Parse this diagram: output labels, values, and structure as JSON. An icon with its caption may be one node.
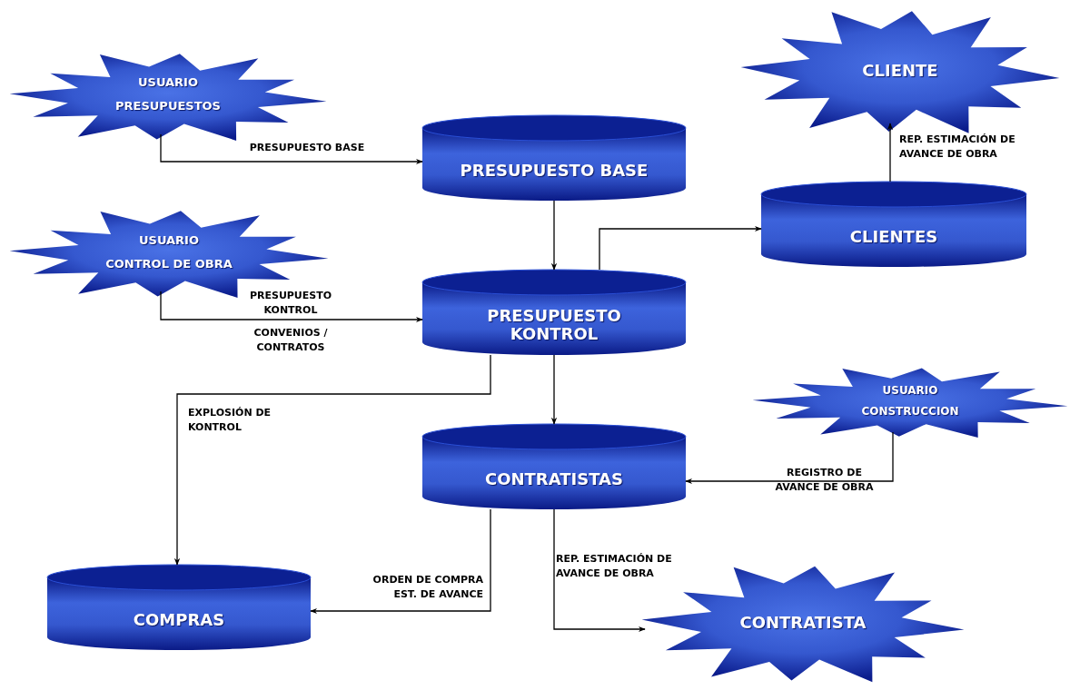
{
  "diagram": {
    "nodes": [
      {
        "text": [
          "USUARIO",
          "PRESUPUESTOS"
        ]
      },
      {
        "text": [
          "CLIENTE"
        ]
      },
      {
        "text": [
          "PRESUPUESTO BASE"
        ]
      },
      {
        "text": [
          "CLIENTES"
        ]
      },
      {
        "text": [
          "USUARIO",
          "CONTROL DE OBRA"
        ]
      },
      {
        "text": [
          "PRESUPUESTO KONTROL"
        ]
      },
      {
        "text": [
          "USUARIO",
          "CONSTRUCCION"
        ]
      },
      {
        "text": [
          "CONTRATISTAS"
        ]
      },
      {
        "text": [
          "COMPRAS"
        ]
      },
      {
        "text": [
          "CONTRATISTA"
        ]
      }
    ],
    "edges": [
      {
        "from": 0,
        "to": 2,
        "arrow": "to",
        "label": "PRESUPUESTO BASE"
      },
      {
        "from": 2,
        "to": 5,
        "arrow": "to"
      },
      {
        "from": 5,
        "to": 3,
        "arrow": "to"
      },
      {
        "from": 3,
        "to": 1,
        "arrow": "to",
        "label": "REP. ESTIMACIÓN DE AVANCE DE OBRA"
      },
      {
        "from": 4,
        "to": 5,
        "arrow": "to",
        "label": "PRESUPUESTO KONTROL"
      },
      {
        "from": 5,
        "to": 8,
        "arrow": "to",
        "label": "EXPLOSIÓN DE KONTROL"
      },
      {
        "from": 5,
        "to": 7,
        "arrow": "to"
      },
      {
        "from": 6,
        "to": 7,
        "arrow": "to",
        "label": "REGISTRO DE AVANCE DE OBRA"
      },
      {
        "from": 7,
        "to": 8,
        "arrow": "to",
        "label": "ORDEN DE COMPRA EST. DE AVANCE"
      },
      {
        "from": 7,
        "to": 9,
        "arrow": "to",
        "label": "REP. ESTIMACIÓN DE AVANCE DE OBRA"
      }
    ],
    "labels": [
      "CONVENIOS / CONTRATOS"
    ]
  }
}
